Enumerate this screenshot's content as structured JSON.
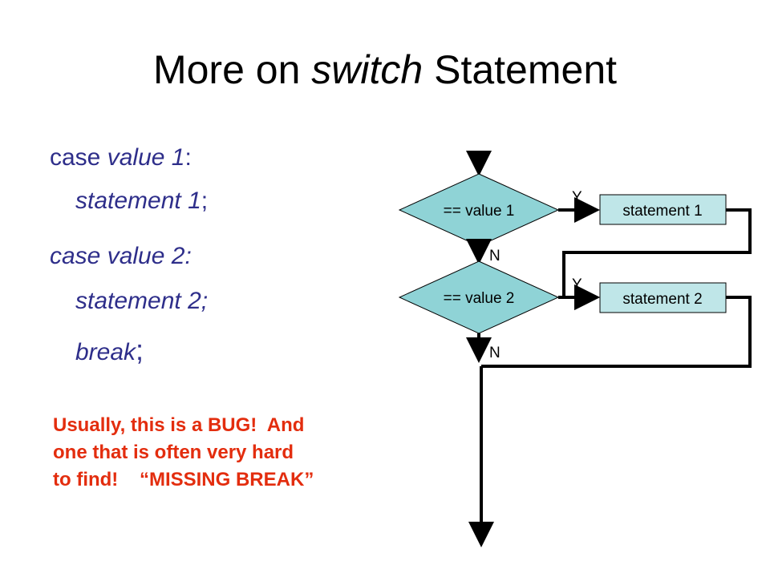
{
  "slide": {
    "title_prefix": "More on ",
    "title_keyword": "switch",
    "title_suffix": " Statement"
  },
  "code": {
    "line1_kw": "case ",
    "line1_val": "value 1",
    "line1_end": ":",
    "line2_val": "statement 1",
    "line2_end": ";",
    "line3": "case value 2:",
    "line4": "statement 2;",
    "line5_kw": "break",
    "line5_end": ";"
  },
  "note": {
    "line1": "Usually, this is a BUG!  And",
    "line2": "one that is often very hard",
    "line3": "to find!    “MISSING BREAK”"
  },
  "flowchart": {
    "cond1": "== value 1",
    "cond2": "== value 2",
    "stmt1": "statement 1",
    "stmt2": "statement 2",
    "yes1": "Y",
    "yes2": "Y",
    "no1": "N",
    "no2": "N",
    "diamond_color": "#8fd3d6",
    "box_color": "#bfe6e8"
  }
}
